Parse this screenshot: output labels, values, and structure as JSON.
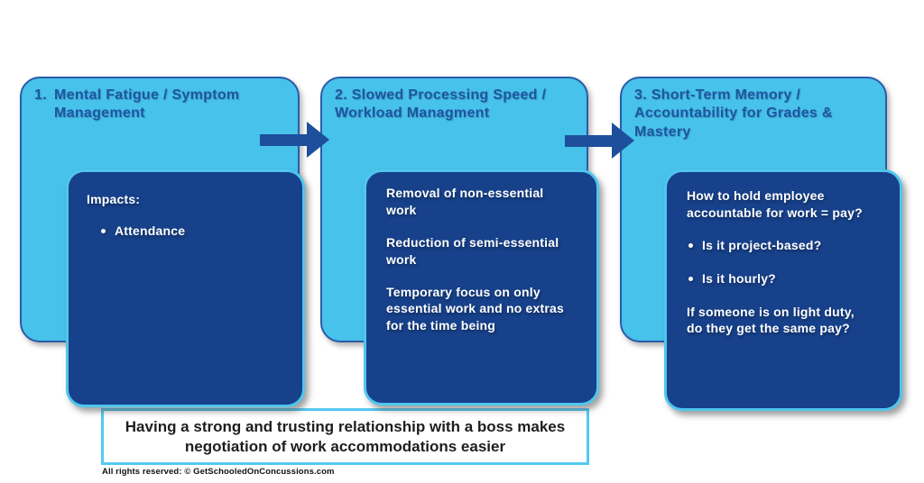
{
  "diagram": {
    "columns": [
      {
        "title_marker": "1.",
        "title": "Mental Fatigue / Symptom\nManagement",
        "panel": {
          "heading": "Impacts:",
          "bullets": [
            "Attendance"
          ]
        }
      },
      {
        "title": "2. Slowed Processing Speed /\nWorkload Managment",
        "panel": {
          "paragraphs": [
            "Removal of non-essential\nwork",
            "Reduction of semi-essential\nwork",
            "Temporary focus on only\nessential work and no extras\nfor the time being"
          ]
        }
      },
      {
        "title": "3. Short-Term Memory /\nAccountability for Grades &\nMastery",
        "panel": {
          "heading": "How to hold employee\naccountable for work = pay?",
          "bullets": [
            "Is it project-based?",
            "Is it hourly?"
          ],
          "note": "If someone is on light duty,\ndo they get the same pay?"
        }
      }
    ],
    "caption": "Having a strong and trusting relationship with a boss makes\nnegotiation of work accommodations easier",
    "footer": "All rights reserved:  © GetSchooledOnConcussions.com",
    "colors": {
      "stage_fill": "#47C2EA",
      "stage_border": "#2B5CA8",
      "panel_fill": "#17418A",
      "panel_border": "#4FC6EE",
      "title_text": "#1E55A2",
      "arrow": "#1D4F9C",
      "caption_border": "#55C9F1",
      "caption_text": "#1E1E1E"
    }
  }
}
